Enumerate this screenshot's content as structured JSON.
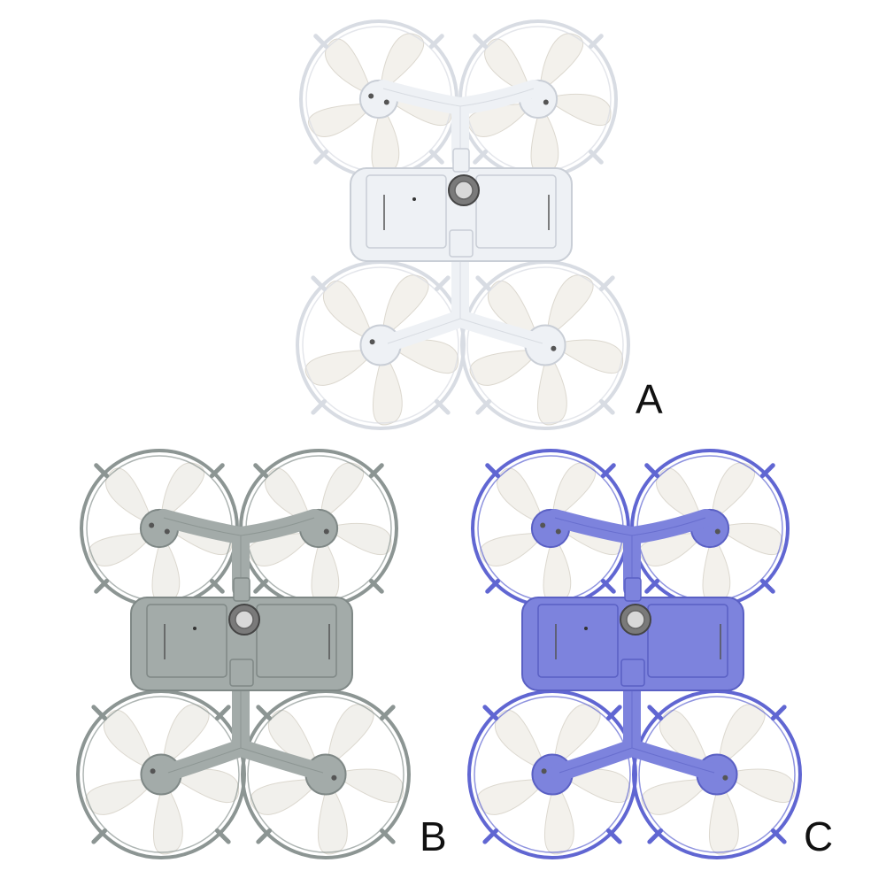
{
  "variants": [
    {
      "label": "A",
      "body_color": "#eef1f5",
      "edge_color": "#c9ced6",
      "guard_color": "#d8dce3",
      "blade_color": "#f3f1ec"
    },
    {
      "label": "B",
      "body_color": "#a3aba9",
      "edge_color": "#7f8886",
      "guard_color": "#8c9593",
      "blade_color": "#f1f0ec"
    },
    {
      "label": "C",
      "body_color": "#7d83dd",
      "edge_color": "#5a60c4",
      "guard_color": "#6066d2",
      "blade_color": "#f3f1ec"
    }
  ]
}
